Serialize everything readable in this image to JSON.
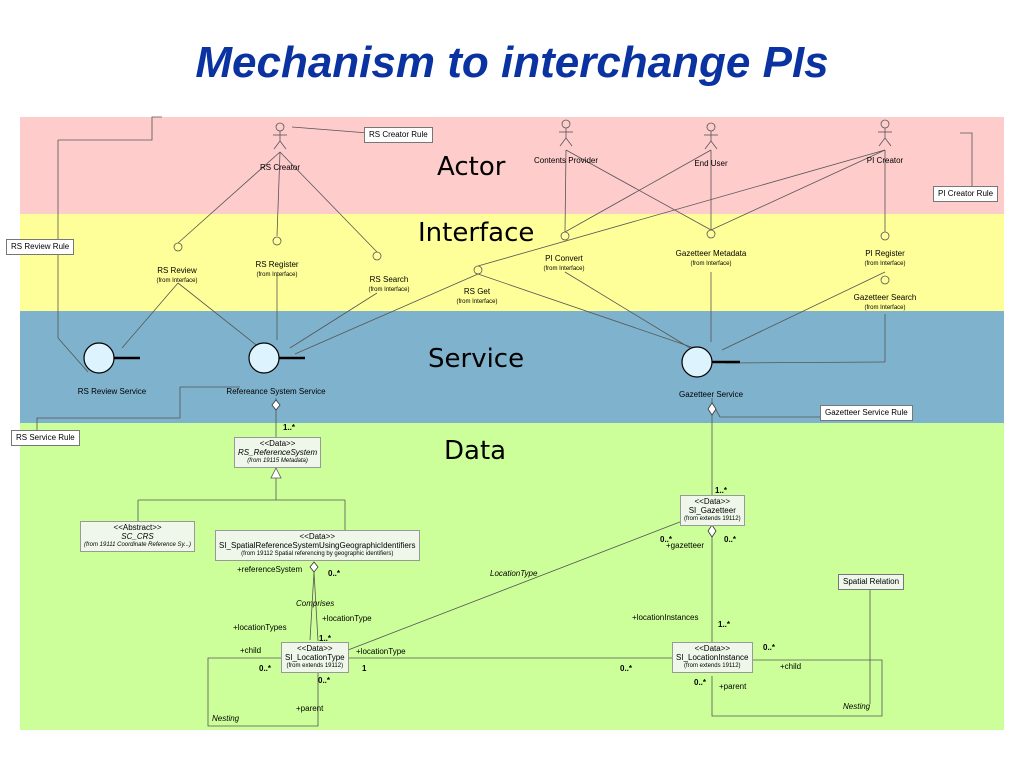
{
  "title": "Mechanism to interchange PIs",
  "bands": {
    "actor": "Actor",
    "interface": "Interface",
    "service": "Service",
    "data": "Data"
  },
  "colors": {
    "actor": "#ffcccc",
    "interface": "#ffff99",
    "service": "#7fb2cc",
    "data": "#ccff99",
    "title": "#0a33a1"
  },
  "actors": {
    "rs_creator": "RS Creator",
    "contents_provider": "Contents Provider",
    "end_user": "End User",
    "pi_creator": "PI Creator"
  },
  "interfaces": {
    "rs_review": "RS Review",
    "rs_register": "RS Register",
    "rs_search": "RS Search",
    "rs_get": "RS Get",
    "pi_convert": "PI Convert",
    "gazetteer_metadata": "Gazetteer Metadata",
    "pi_register": "PI Register",
    "gazetteer_search": "Gazetteer Search",
    "from_interface": "(from Interface)"
  },
  "services": {
    "rs_review": "RS Review Service",
    "reference_system": "Refereance System Service",
    "gazetteer": "Gazetteer Service"
  },
  "notes": {
    "rs_creator_rule": "RS Creator Rule",
    "pi_creator_rule": "PI Creator Rule",
    "rs_review_rule": "RS Review Rule",
    "rs_service_rule": "RS Service Rule",
    "gazetteer_service_rule": "Gazetteer Service Rule",
    "spatial_relation": "Spatial Relation"
  },
  "classes": {
    "rs_reference_system": {
      "stereo": "<<Data>>",
      "name": "RS_ReferenceSystem",
      "from": "(from 19115 Metadata)"
    },
    "sc_crs": {
      "stereo": "<<Abstract>>",
      "name": "SC_CRS",
      "from": "(from 19111 Coordinate Reference Sy...)"
    },
    "si_srs_geo": {
      "stereo": "<<Data>>",
      "name": "SI_SpatialReferenceSystemUsingGeographicIdentifiers",
      "from": "(from 19112 Spatial referencing by geographic identifiers)"
    },
    "si_gazetteer": {
      "stereo": "<<Data>>",
      "name": "SI_Gazetteer",
      "from": "(from extends 19112)"
    },
    "si_location_type": {
      "stereo": "<<Data>>",
      "name": "SI_LocationType",
      "from": "(from extends 19112)"
    },
    "si_location_instance": {
      "stereo": "<<Data>>",
      "name": "SI_LocationInstance",
      "from": "(from extends 19112)"
    }
  },
  "multiplicities": {
    "m1": "1..*",
    "m2": "1..*",
    "m3": "0..*",
    "m4": "0..*",
    "m5": "0..*",
    "m6": "1..*",
    "m7": "1..*",
    "m8": "0..*",
    "m9": "0..*",
    "m10": "1",
    "m11": "0..*",
    "m12": "0..*",
    "m13": "0..*"
  },
  "roles": {
    "gazetteer": "+gazetteer",
    "reference_system": "+referenceSystem",
    "location_type_assoc": "LocationType",
    "comprises": "Comprises",
    "location_type_1": "+locationType",
    "location_types": "+locationTypes",
    "location_instances": "+locationInstances",
    "child_1": "+child",
    "location_type_2": "+locationType",
    "child_2": "+child",
    "parent_1": "+parent",
    "parent_2": "+parent",
    "nesting_1": "Nesting",
    "nesting_2": "Nesting"
  }
}
